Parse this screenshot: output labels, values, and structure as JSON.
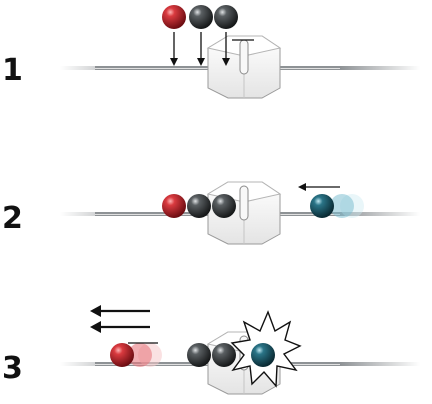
{
  "steps": [
    {
      "number": "1"
    },
    {
      "number": "2"
    },
    {
      "number": "3"
    }
  ],
  "colors": {
    "red_ball": "#c4222b",
    "gray_ball": "#3b3f42",
    "teal_ball": "#1b5b6e",
    "rail_dark": "#8e9295",
    "rail_light": "#d9dbdd",
    "block_face": "#f3f3f3",
    "block_edge": "#9a9a9a",
    "arrow": "#111111"
  },
  "icons": {
    "ball": "sphere-icon",
    "arrow": "arrow-icon",
    "impact": "starburst-icon"
  }
}
